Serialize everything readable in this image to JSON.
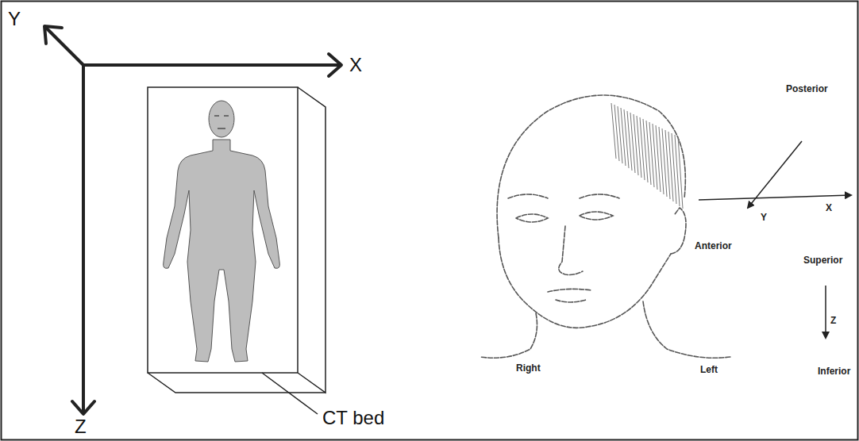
{
  "diagram": {
    "labels": [
      "Y",
      "X",
      "Z",
      "CT bed",
      "Posterior",
      "X",
      "Y",
      "Anterior",
      "Superior",
      "Z",
      "Inferior",
      "Right",
      "Left"
    ]
  }
}
